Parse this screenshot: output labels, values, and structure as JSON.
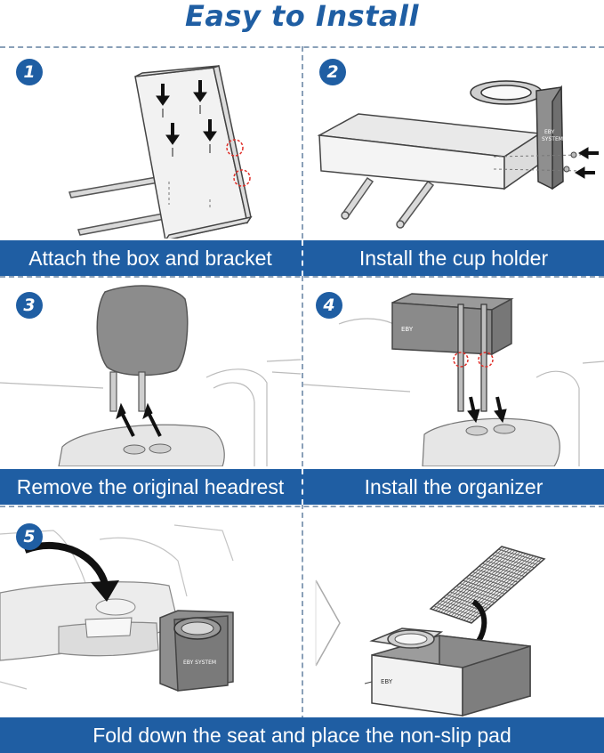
{
  "page": {
    "title": "Easy to Install",
    "accent_color": "#1f5ea3",
    "highlight_color": "#e0302a"
  },
  "steps": [
    {
      "number": "1",
      "caption": "Attach the box and bracket"
    },
    {
      "number": "2",
      "caption": "Install the cup holder"
    },
    {
      "number": "3",
      "caption": "Remove the original headrest"
    },
    {
      "number": "4",
      "caption": "Install the organizer"
    },
    {
      "number": "5",
      "caption": "Fold down the seat and place the non-slip pad"
    }
  ],
  "icons": [
    "arrow-down-icon",
    "arrow-left-icon",
    "arrow-up-icon",
    "curved-arrow-icon",
    "chevron-right-icon"
  ]
}
